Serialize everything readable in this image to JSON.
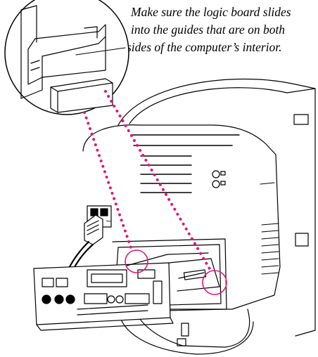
{
  "caption": {
    "lines": [
      "Make sure the logic board slides",
      "into the guides that are on both",
      "sides of the computer’s interior."
    ]
  },
  "colors": {
    "ink": "#000000",
    "callout_dots": "#e01678",
    "highlight_circle": "#e01678"
  },
  "icons": [
    "magnifier-callout-circle",
    "power-plug",
    "logic-board",
    "crt-monitor"
  ]
}
